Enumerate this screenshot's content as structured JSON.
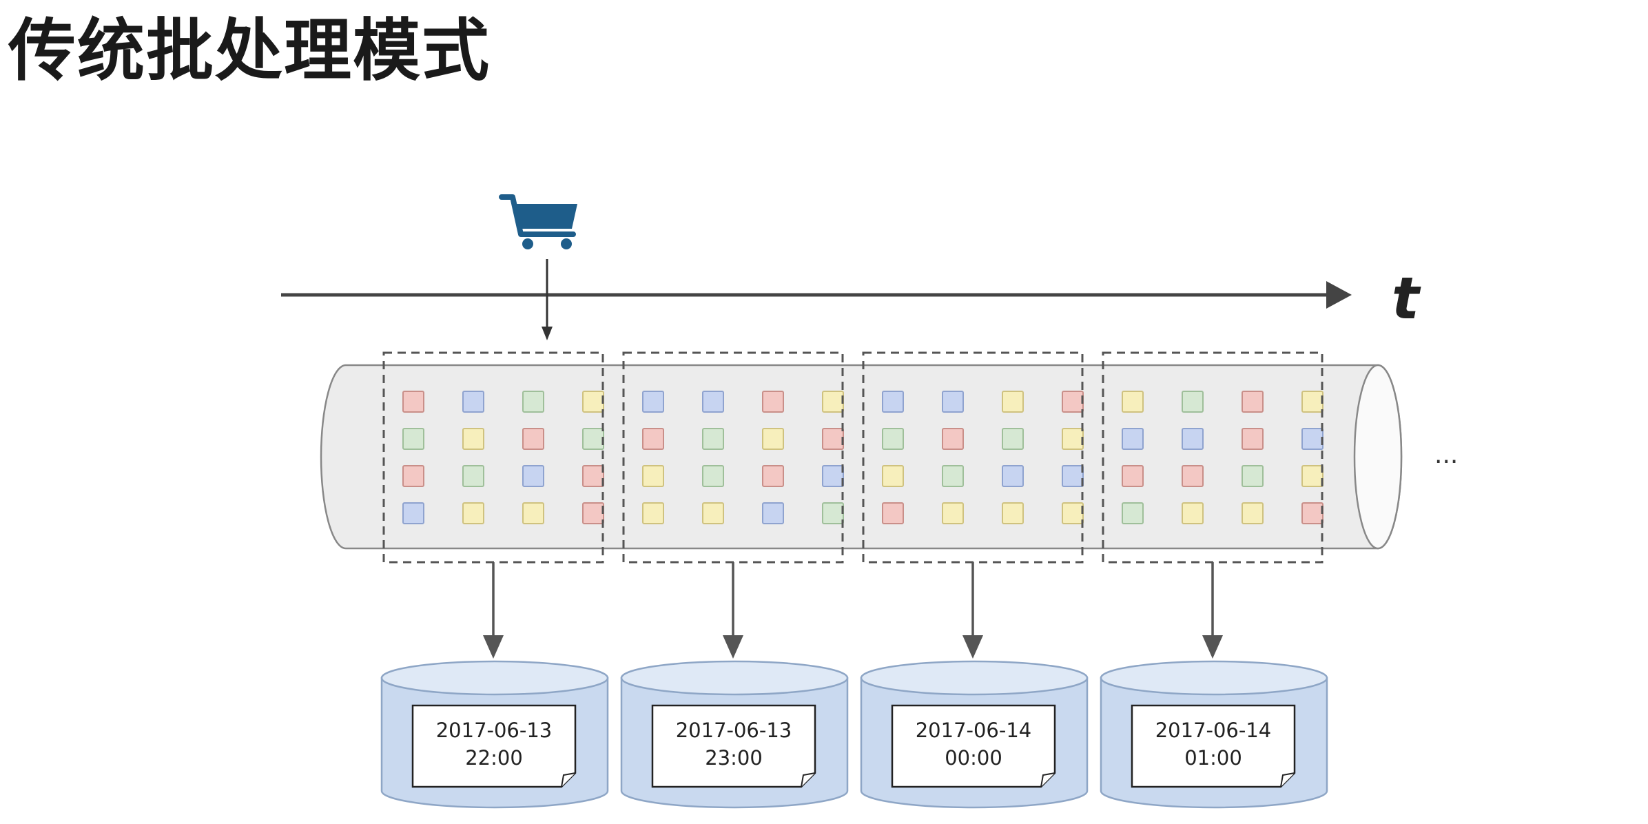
{
  "title": "传统批处理模式",
  "axis": {
    "label": "t"
  },
  "icons": {
    "event_source": "shopping-cart-icon"
  },
  "continuation": "...",
  "colors": {
    "red": "#f3c8c4",
    "blue": "#c7d4f1",
    "green": "#d6e8d3",
    "yellow": "#f7efbc",
    "cart": "#1e5d8a"
  },
  "batches": [
    {
      "cells": [
        [
          "red",
          "blue",
          "green",
          "yellow"
        ],
        [
          "green",
          "yellow",
          "red",
          "green"
        ],
        [
          "red",
          "green",
          "blue",
          "red"
        ],
        [
          "blue",
          "yellow",
          "yellow",
          "red"
        ]
      ],
      "date": "2017-06-13",
      "time": "22:00"
    },
    {
      "cells": [
        [
          "blue",
          "blue",
          "red",
          "yellow"
        ],
        [
          "red",
          "green",
          "yellow",
          "red"
        ],
        [
          "yellow",
          "green",
          "red",
          "blue"
        ],
        [
          "yellow",
          "yellow",
          "blue",
          "green"
        ]
      ],
      "date": "2017-06-13",
      "time": "23:00"
    },
    {
      "cells": [
        [
          "blue",
          "blue",
          "yellow",
          "red"
        ],
        [
          "green",
          "red",
          "green",
          "yellow"
        ],
        [
          "yellow",
          "green",
          "blue",
          "blue"
        ],
        [
          "red",
          "yellow",
          "yellow",
          "yellow"
        ]
      ],
      "date": "2017-06-14",
      "time": "00:00"
    },
    {
      "cells": [
        [
          "yellow",
          "green",
          "red",
          "yellow"
        ],
        [
          "blue",
          "blue",
          "red",
          "blue"
        ],
        [
          "red",
          "red",
          "green",
          "yellow"
        ],
        [
          "green",
          "yellow",
          "yellow",
          "red"
        ]
      ],
      "date": "2017-06-14",
      "time": "01:00"
    }
  ]
}
